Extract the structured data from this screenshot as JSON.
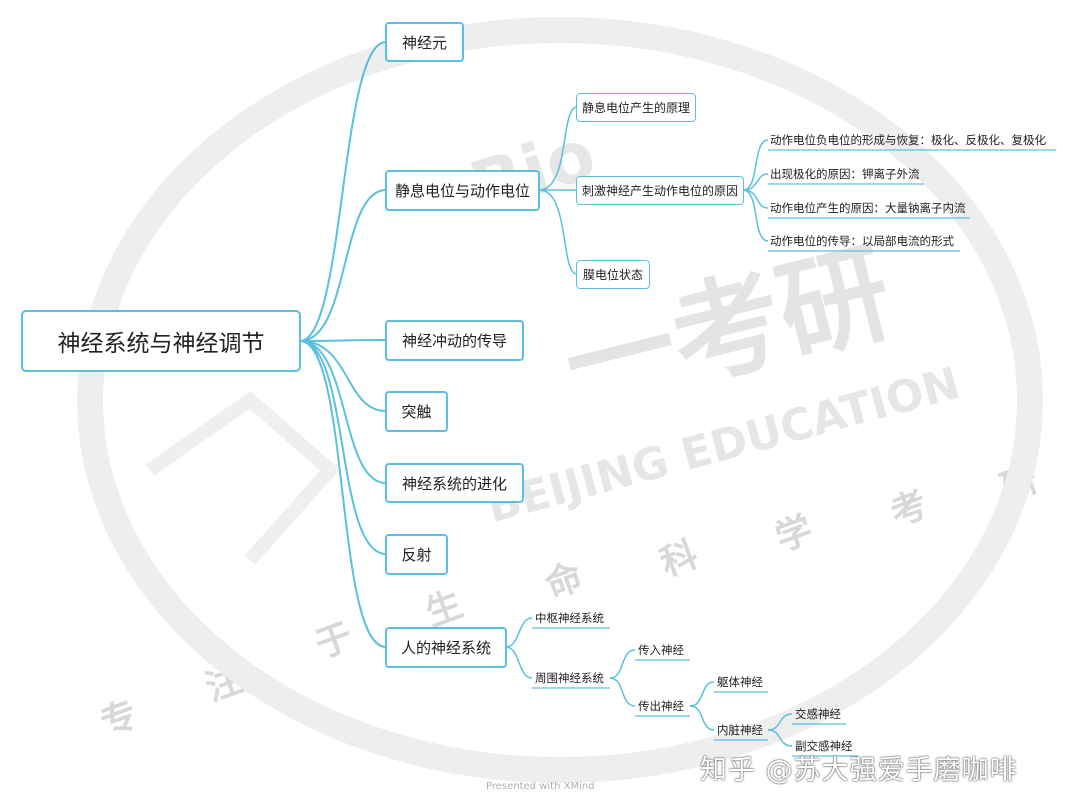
{
  "root": "神经系统与神经调节",
  "main_topics": [
    "神经元",
    "静息电位与动作电位",
    "神经冲动的传导",
    "突触",
    "神经系统的进化",
    "反射",
    "人的神经系统"
  ],
  "potential": {
    "resting_principle": "静息电位产生的原理",
    "stimulus_cause": "刺激神经产生动作电位的原因",
    "membrane_state": "膜电位状态",
    "details": [
      "动作电位负电位的形成与恢复：极化、反极化、复极化",
      "出现极化的原因：钾离子外流",
      "动作电位产生的原因：大量钠离子内流",
      "动作电位的传导：以局部电流的形式"
    ]
  },
  "human_ns": {
    "central": "中枢神经系统",
    "peripheral": "周围神经系统",
    "afferent": "传入神经",
    "efferent": "传出神经",
    "somatic": "躯体神经",
    "visceral": "内脏神经",
    "sympathetic": "交感神经",
    "parasympathetic": "副交感神经"
  },
  "watermark": {
    "brand": "一考研",
    "bio": "Bio",
    "education": "BEIJING EDUCATION",
    "slogan": [
      "专",
      "注",
      "于",
      "生",
      "命",
      "科",
      "学",
      "考",
      "研"
    ]
  },
  "footer": {
    "credit": "Presented with XMind",
    "zhihu": "知乎 @苏大强爱手磨咖啡"
  },
  "colors": {
    "line": "#5bc0de",
    "border": "#5bc0de"
  }
}
